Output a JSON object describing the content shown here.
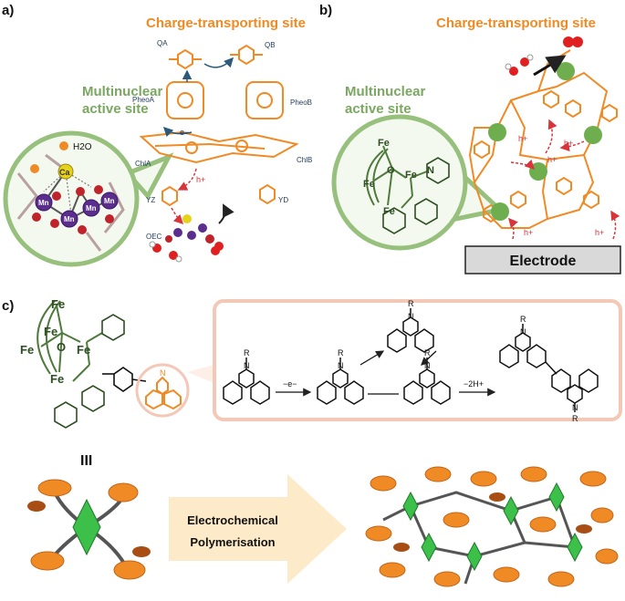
{
  "panels": {
    "a": {
      "label": "a)",
      "charge_title": "Charge-transporting site",
      "active_title_1": "Multinuclear",
      "active_title_2": "active site",
      "species": [
        "QA",
        "QB",
        "PheoA",
        "PheoB",
        "ChlA",
        "ChlB",
        "YZ",
        "YD",
        "OEC"
      ],
      "electron": "e−",
      "hole": "h+",
      "center_atom": "Ca",
      "water": "H2O",
      "mn_atoms": [
        "Mn",
        "Mn",
        "Mn",
        "Mn"
      ]
    },
    "b": {
      "label": "b)",
      "charge_title": "Charge-transporting site",
      "active_title_1": "Multinuclear",
      "active_title_2": "active site",
      "hole": "h+",
      "electrode": "Electrode",
      "fe": "Fe",
      "o": "O",
      "n": "N"
    },
    "c": {
      "label": "c)",
      "compound_number": "III",
      "arrow_text_1": "Electrochemical",
      "arrow_text_2": "Polymerisation",
      "step1": "−e−",
      "step2": "−2H+",
      "r": "R",
      "n": "N",
      "fe": "Fe",
      "o": "O"
    }
  },
  "colors": {
    "orange": "#f08a24",
    "dark_orange": "#c0661a",
    "green": "#7aa861",
    "dark_green": "#4f7a3c",
    "navy": "#1f3b5c",
    "red_arrow": "#d8343a",
    "electrode_fill": "#d9d9d9",
    "peach_box": "#f3c8b6",
    "arrow_fill": "#fdeac8"
  }
}
